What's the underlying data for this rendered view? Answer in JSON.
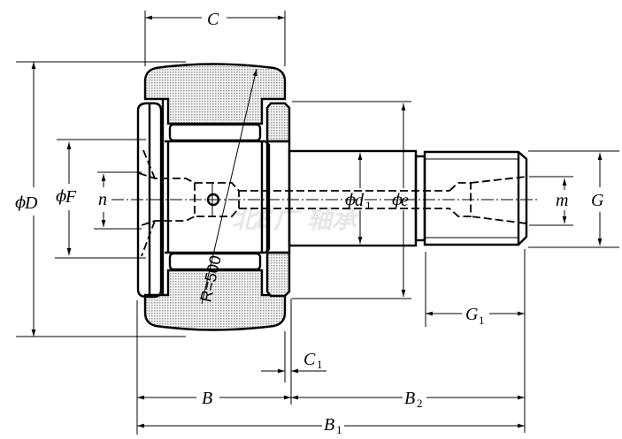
{
  "drawing": {
    "title": "Cam follower (stud type track roller) dimension drawing",
    "watermark": "北E广 轴承",
    "radius_note": "R=500",
    "colors": {
      "line": "#000000",
      "fill_shade": "#c8c8c8",
      "watermark": "#e6e6e6",
      "background": "#ffffff"
    }
  },
  "dimensions": {
    "C": {
      "main": "C",
      "sub": ""
    },
    "D": {
      "phi": "ϕ",
      "main": "D",
      "sub": ""
    },
    "F": {
      "phi": "ϕ",
      "main": "F",
      "sub": ""
    },
    "n": {
      "main": "n",
      "sub": ""
    },
    "d1": {
      "phi": "ϕ",
      "main": "d",
      "sub": "1"
    },
    "e": {
      "phi": "ϕ",
      "main": "e",
      "sub": ""
    },
    "m": {
      "main": "m",
      "sub": ""
    },
    "G": {
      "main": "G",
      "sub": ""
    },
    "G1": {
      "main": "G",
      "sub": "1"
    },
    "C1": {
      "main": "C",
      "sub": "1"
    },
    "B": {
      "main": "B",
      "sub": ""
    },
    "B2": {
      "main": "B",
      "sub": "2"
    },
    "B1": {
      "main": "B",
      "sub": "1"
    }
  }
}
